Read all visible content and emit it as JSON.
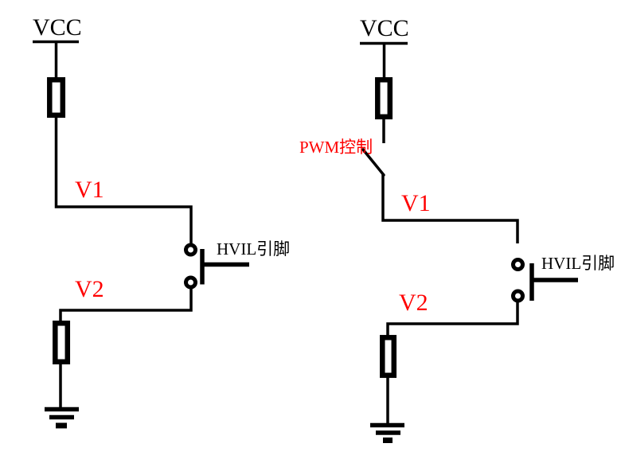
{
  "diagram": {
    "colors": {
      "wire": "#000000",
      "highlight_red": "#ff0000",
      "background": "#ffffff"
    },
    "left_circuit": {
      "power_label": "VCC",
      "v1_label": "V1",
      "v2_label": "V2",
      "pin_label": "HVIL引脚"
    },
    "right_circuit": {
      "power_label": "VCC",
      "control_label": "PWM控制",
      "v1_label": "V1",
      "v2_label": "V2",
      "pin_label": "HVIL引脚"
    }
  }
}
